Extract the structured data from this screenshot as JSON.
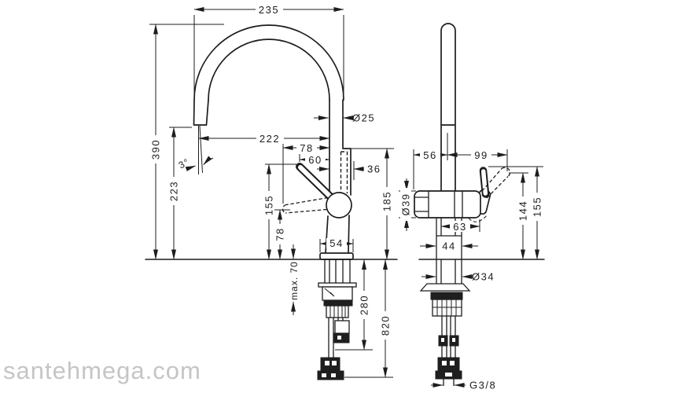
{
  "watermark": "santehmega.com",
  "front_view": {
    "spout_reach": "235",
    "spout_height": "390",
    "outlet_height": "223",
    "outlet_angle": "3°",
    "outlet_to_axis": "222",
    "handle_back_reach": "78",
    "handle_reach": "60",
    "spout_pipe_diameter": "Ø25",
    "body_offset": "36",
    "handle_zone_height": "185",
    "handle_tip_height": "155",
    "handle_low_height": "78",
    "base_width": "54",
    "max_mounting_thickness": "max. 70",
    "hose_connector_length": "280",
    "hose_total_length": "820"
  },
  "side_view": {
    "rear_depth": "56",
    "front_depth": "99",
    "body_diameter": "Ø39",
    "body_length": "63",
    "handle_forward_height": "144",
    "handle_upright_height": "155",
    "shank_width": "44",
    "shank_diameter": "Ø34",
    "supply_thread": "G3/8"
  }
}
